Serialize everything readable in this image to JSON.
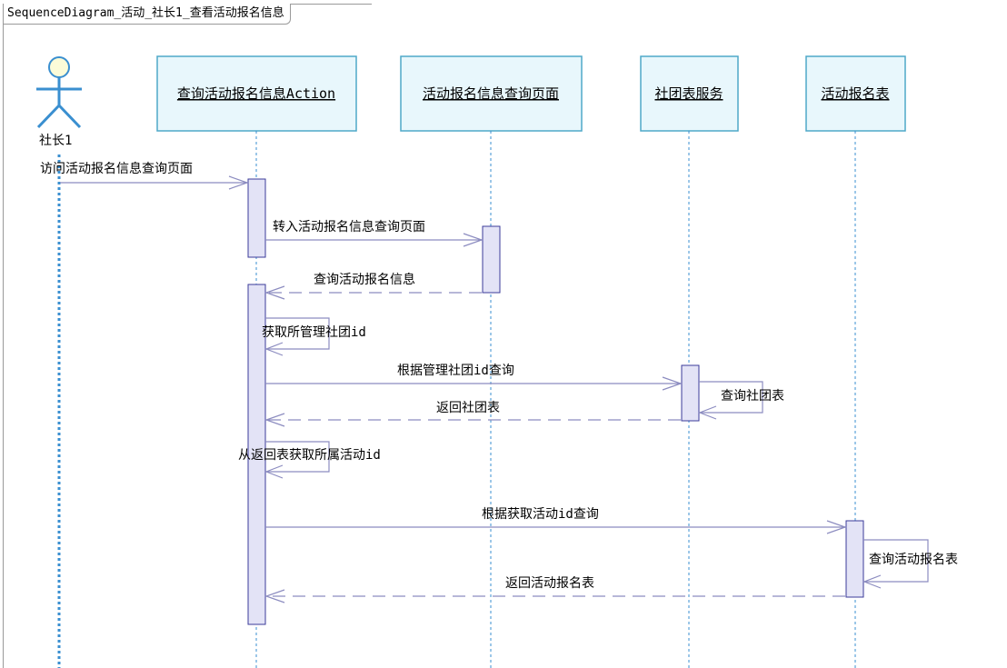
{
  "frame": {
    "title": "SequenceDiagram_活动_社长1_查看活动报名信息"
  },
  "actor": {
    "name": "社长1"
  },
  "lifelines": [
    {
      "id": "action",
      "label": "查询活动报名信息Action"
    },
    {
      "id": "page",
      "label": "活动报名信息查询页面"
    },
    {
      "id": "service",
      "label": "社团表服务"
    },
    {
      "id": "table",
      "label": "活动报名表"
    }
  ],
  "messages": [
    {
      "id": "m1",
      "text": "访问活动报名信息查询页面",
      "from": "actor",
      "to": "action",
      "kind": "call"
    },
    {
      "id": "m2",
      "text": "转入活动报名信息查询页面",
      "from": "action",
      "to": "page",
      "kind": "call"
    },
    {
      "id": "m3",
      "text": "查询活动报名信息",
      "from": "page",
      "to": "action",
      "kind": "return"
    },
    {
      "id": "m4",
      "text": "获取所管理社团id",
      "from": "action",
      "to": "action",
      "kind": "self"
    },
    {
      "id": "m5",
      "text": "根据管理社团id查询",
      "from": "action",
      "to": "service",
      "kind": "call"
    },
    {
      "id": "m6",
      "text": "查询社团表",
      "from": "service",
      "to": "service",
      "kind": "self"
    },
    {
      "id": "m7",
      "text": "返回社团表",
      "from": "service",
      "to": "action",
      "kind": "return"
    },
    {
      "id": "m8",
      "text": "从返回表获取所属活动id",
      "from": "action",
      "to": "action",
      "kind": "self"
    },
    {
      "id": "m9",
      "text": "根据获取活动id查询",
      "from": "action",
      "to": "table",
      "kind": "call"
    },
    {
      "id": "m10",
      "text": "查询活动报名表",
      "from": "table",
      "to": "table",
      "kind": "self"
    },
    {
      "id": "m11",
      "text": "返回活动报名表",
      "from": "table",
      "to": "action",
      "kind": "return"
    }
  ],
  "colors": {
    "box_fill": "#e8f7fc",
    "box_stroke": "#4fa8c8",
    "lifeline": "#3a8fd0",
    "activation_fill": "#e3e3f6",
    "activation_stroke": "#3b3b9a",
    "message": "#8c8cc0",
    "actor_head": "#fbfbd8",
    "actor_body": "#3a8fd0"
  }
}
